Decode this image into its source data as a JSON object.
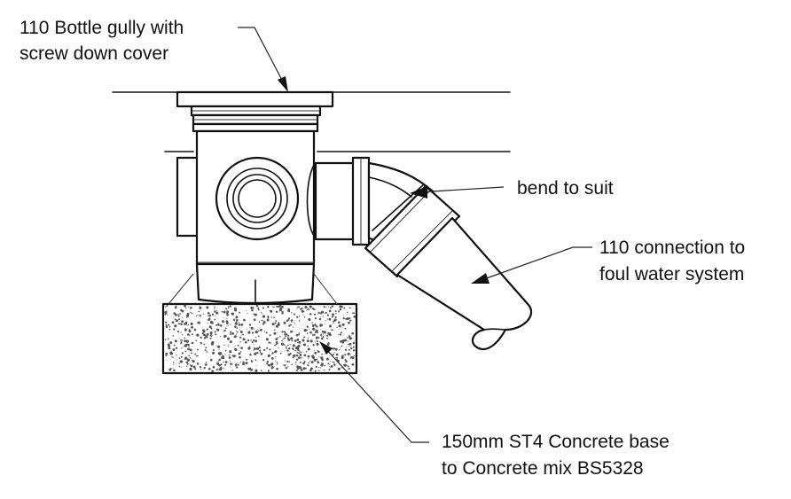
{
  "labels": {
    "gully_line1": "110 Bottle gully with",
    "gully_line2": "screw down cover",
    "bend": "bend to suit",
    "connection_line1": "110 connection to",
    "connection_line2": "foul water system",
    "base_line1": "150mm ST4 Concrete base",
    "base_line2": "to Concrete mix BS5328"
  },
  "colors": {
    "line": "#111111",
    "fill": "#ffffff",
    "concrete_speckle": "#555555"
  }
}
